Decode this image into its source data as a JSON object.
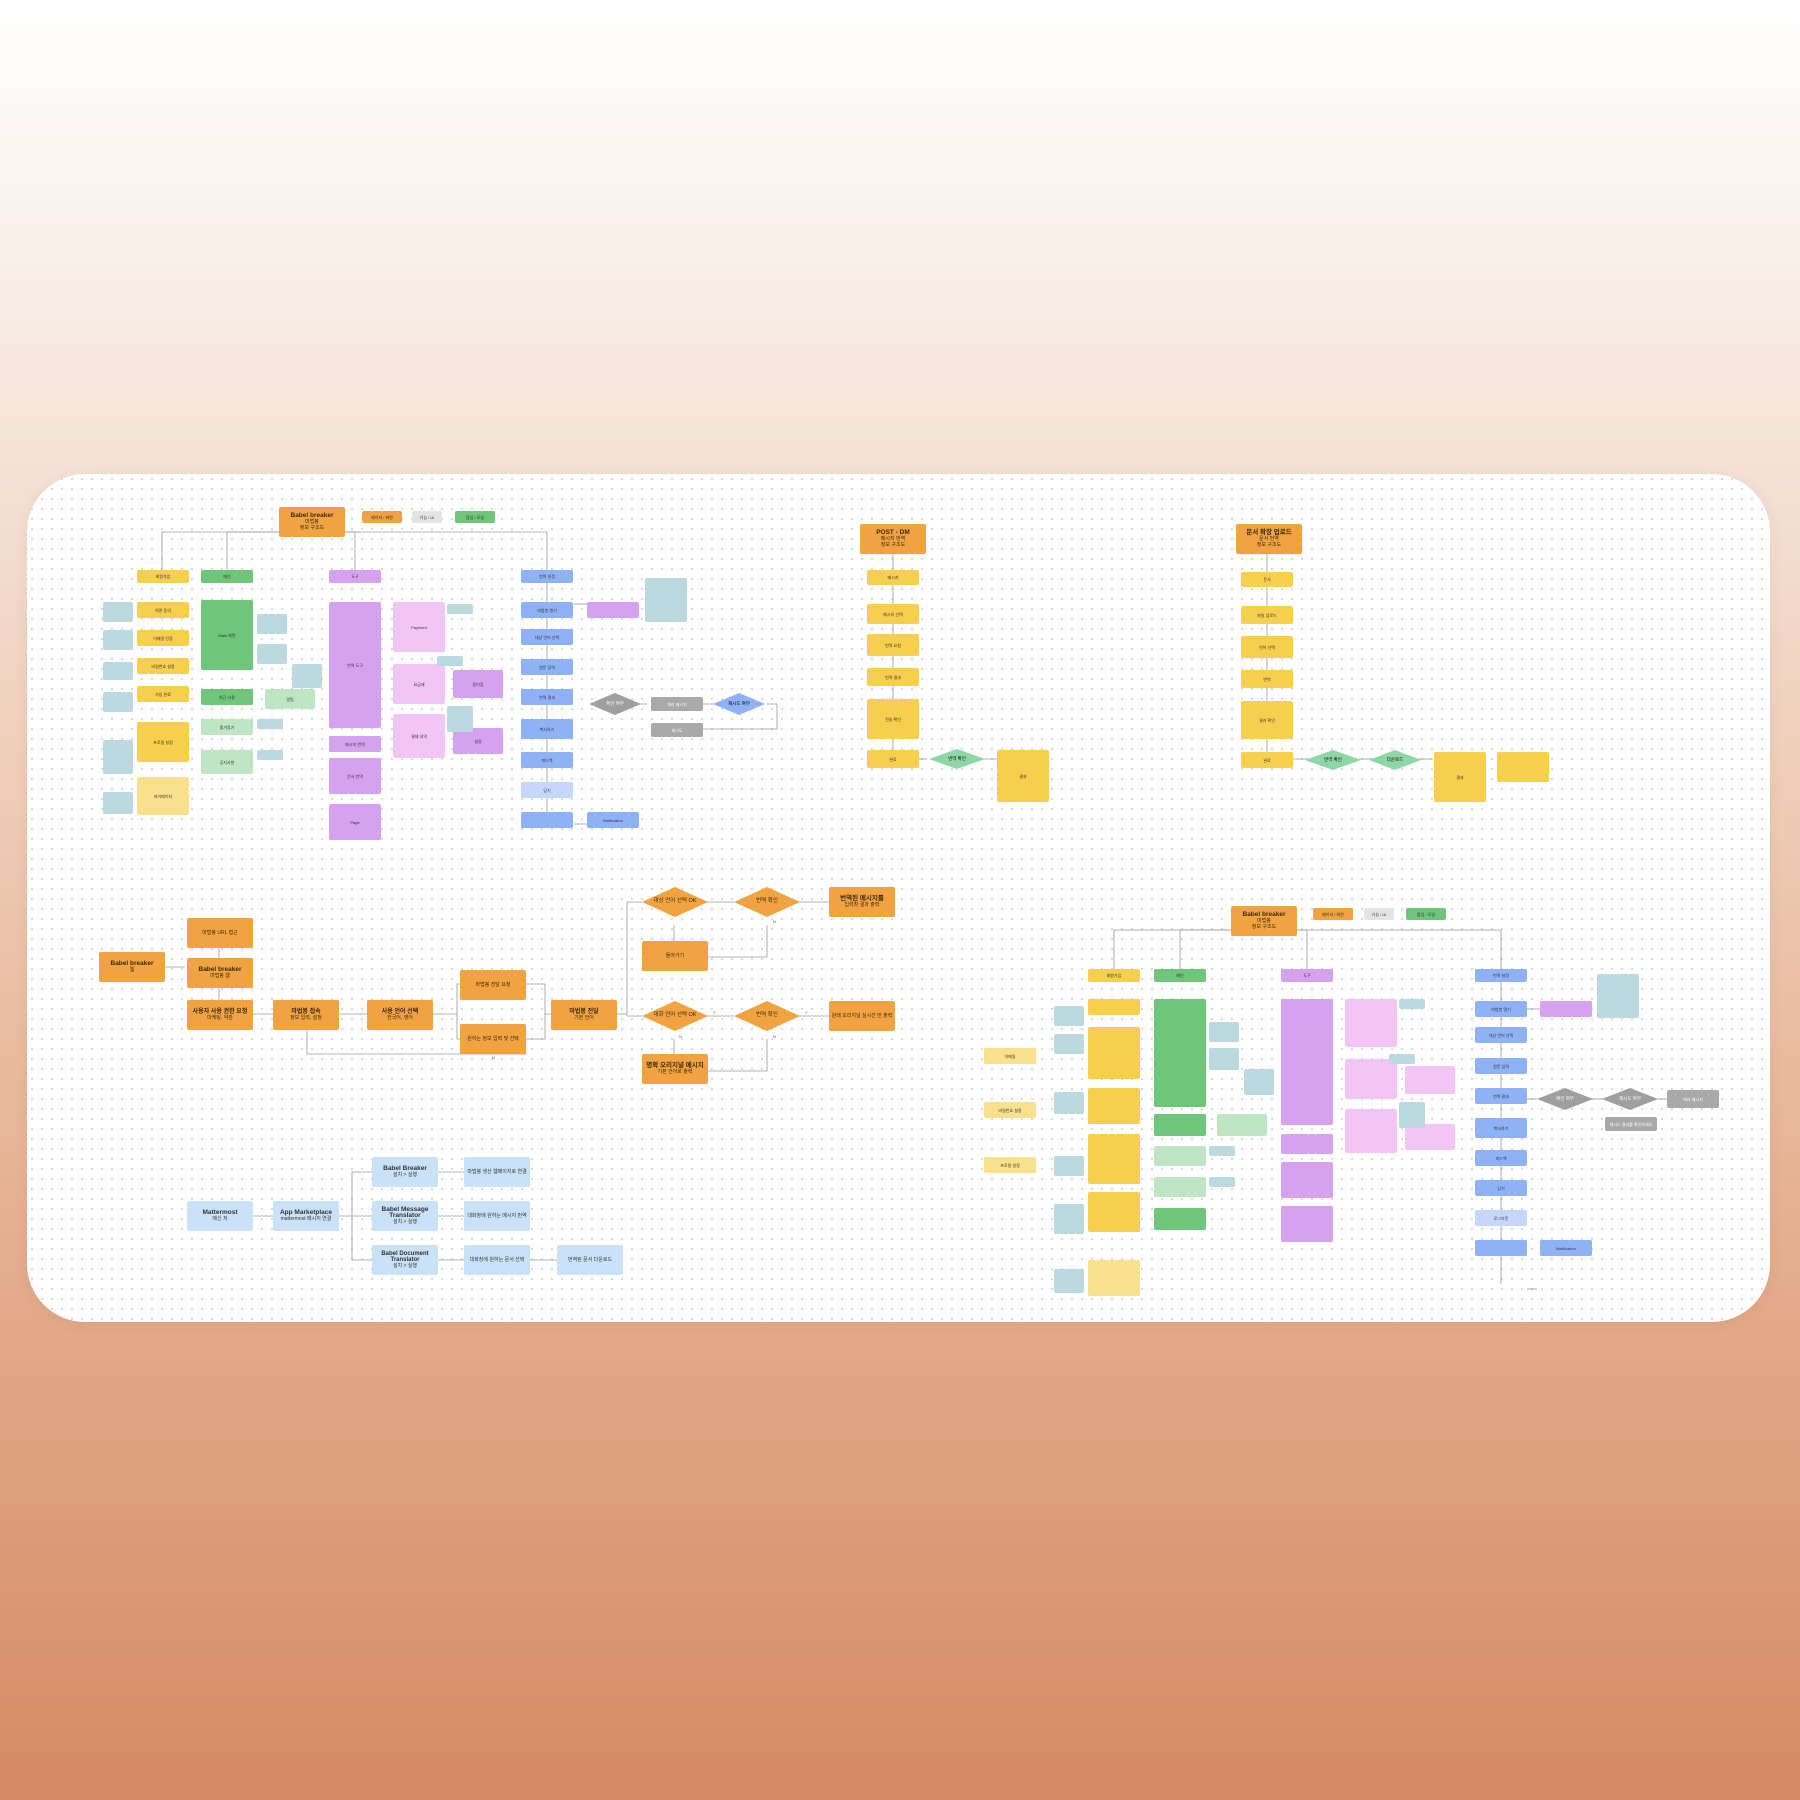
{
  "board": {
    "title": ""
  },
  "flow_a": {
    "root": {
      "title": "Babel breaker",
      "line1": "마법봉",
      "line2": "정보 구조도"
    },
    "legend": {
      "t1": "페이지 / 화면",
      "t2": "기능 / UI",
      "t3": "팝업 / 모달"
    },
    "headers": [
      "회원가입",
      "메인",
      "도구",
      "번역 설정"
    ],
    "yellow": [
      "약관 동의",
      "이메일 인증",
      "비밀번호 설정",
      "가입 완료",
      "프로필 설정",
      "마이페이지"
    ],
    "green": [
      "Main 화면",
      "최근 사용",
      "즐겨찾기",
      "공지사항",
      "알림"
    ],
    "purple": [
      "번역 도구",
      "메시지 번역",
      "문서 번역",
      "용어집",
      "Page",
      "설정"
    ],
    "pink": [
      "Payment",
      "요금제",
      "결제 내역"
    ],
    "blue": [
      "마법봉 열기",
      "대상 언어 선택",
      "원문 입력",
      "번역 결과",
      "복사하기",
      "피드백",
      "닫기"
    ],
    "notify": "Notification",
    "decisions": [
      "확인 여부",
      "재시도 여부"
    ],
    "gray": [
      "에러 메시지",
      "재시도"
    ]
  },
  "flow_b": {
    "root": {
      "title": "POST - DM",
      "line1": "메시지 번역",
      "line2": "정보 구조도"
    },
    "steps": [
      "메시지",
      "메시지 선택",
      "번역 요청",
      "번역 결과",
      "전송 확인",
      "완료"
    ],
    "decision": "번역 확인",
    "result": "결과"
  },
  "flow_c": {
    "root": {
      "title": "문서 확장 업로드",
      "line1": "문서 번역",
      "line2": "정보 구조도"
    },
    "steps": [
      "문서",
      "파일 업로드",
      "언어 선택",
      "번역",
      "결과 확인",
      "완료"
    ],
    "decisions": [
      "번역 확인",
      "다운로드"
    ],
    "result": "결과"
  },
  "flow_d": {
    "entry": {
      "title": "Babel breaker",
      "sub": "웹"
    },
    "top": [
      "마법봉 URL 접근",
      "Babel breaker"
    ],
    "top_sub": "마법봉 웹",
    "row": [
      {
        "t": "사용자 사용 권한 요청",
        "s": "마케팅, 약관"
      },
      {
        "t": "마법봉 접속",
        "s": "정보 입력, 설정"
      },
      {
        "t": "사용 언어 선택",
        "s": "한국어, 영어"
      },
      {
        "t": "마법봉 전달",
        "s": "기본 언어"
      }
    ],
    "mid": [
      "마법봉 전달 요청",
      "원하는 정보 입력 및 선택"
    ],
    "d_top": [
      "대상 언어 선택 OK",
      "번역 확인"
    ],
    "end_top": {
      "t": "번역된 메시지를",
      "s": "입력창 결과 출력"
    },
    "retry": "돌아가기",
    "d_bot": [
      "대화 언어 선택 OK",
      "번역 확인"
    ],
    "end_bot": "원래 오리지널 실시간 번 출력",
    "fail": {
      "t": "명확 오리지널 메시지",
      "s": "기본 언어로 출력"
    },
    "y": "Y",
    "no": "N"
  },
  "flow_e": {
    "src": {
      "t": "Mattermost",
      "s": "메신 저"
    },
    "hub": {
      "t": "App Marketplace",
      "s": "mattermost 메시지 연결"
    },
    "apps": [
      {
        "t": "Babel Breaker",
        "s": "설치 > 실행"
      },
      {
        "t": "Babel Message Translator",
        "s": "설치 > 실행"
      },
      {
        "t": "Babel Document Translator",
        "s": "설치 > 실행"
      }
    ],
    "outs": [
      "마법봉 생산 웹페이지로 연결",
      "대화창에 원하는 메시지 번역",
      "대화창에 원하는 문서 선택"
    ],
    "final": "번역된 문서 다운로드"
  },
  "flow_f": {
    "root": {
      "title": "Babel breaker",
      "line1": "마법봉",
      "line2": "정보 구조도"
    },
    "legend": {
      "t1": "페이지 / 화면",
      "t2": "기능 / UI",
      "t3": "팝업 / 모달"
    },
    "headers": [
      "회원가입",
      "메인",
      "도구",
      "번역 설정"
    ],
    "left": [
      "이메일",
      "비밀번호 설정",
      "프로필 설정"
    ],
    "blue": [
      "마법봉 열기",
      "대상 언어 선택",
      "원문 입력",
      "번역 결과",
      "복사하기",
      "피드백",
      "닫기",
      "로그아웃"
    ],
    "notify": "Notification",
    "decisions": [
      "확인 여부",
      "재시도 여부"
    ],
    "gray": [
      "에러 메시지",
      "재시도 결과를 확인하세요"
    ]
  },
  "colors": {
    "accent": "#f2a341",
    "board": "#ffffff"
  }
}
